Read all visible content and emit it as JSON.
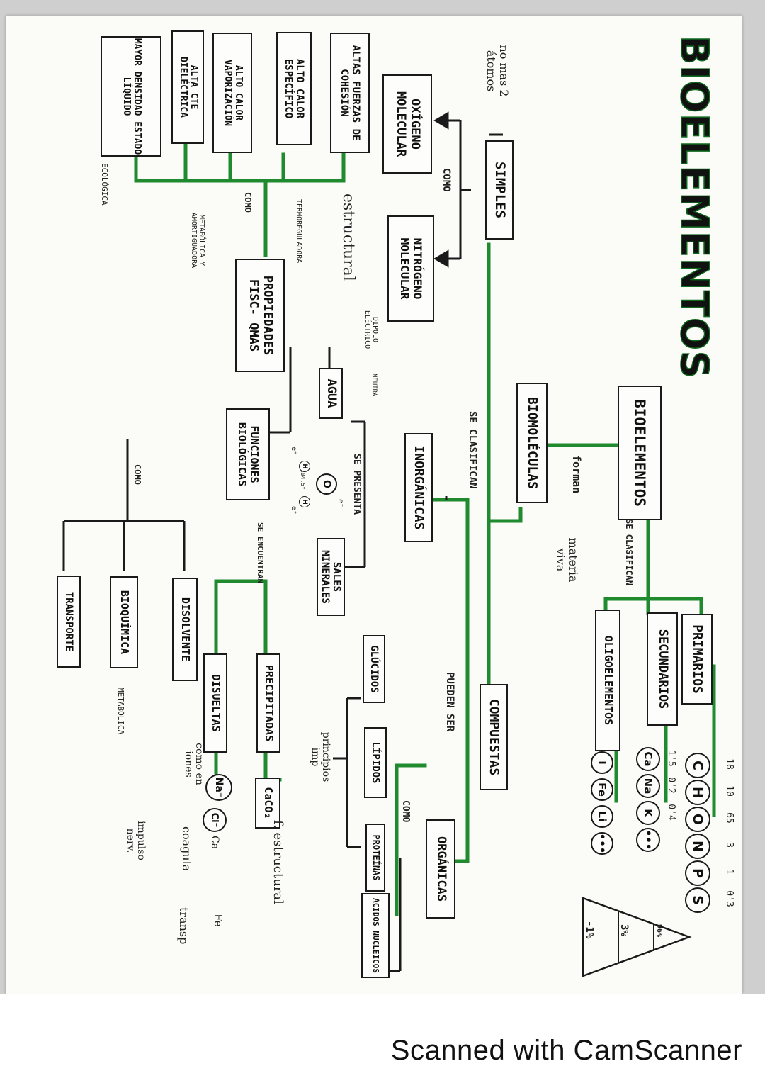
{
  "title": "BIOELEMENTOS",
  "footer": "Scanned with CamScanner",
  "colors": {
    "connector": "#1f8a2e",
    "ink": "#111111"
  },
  "bioelementos": {
    "label": "BIOELEMENTOS",
    "forman": "forman",
    "materia_viva": "materia viva",
    "se_clasifican": "SE CLASIFICAN",
    "groups": {
      "primarios": {
        "label": "PRIMARIOS",
        "elements": [
          "C",
          "H",
          "O",
          "N",
          "P",
          "S"
        ],
        "percents": [
          "18",
          "10",
          "65",
          "3",
          "1",
          "0'3"
        ]
      },
      "secundarios": {
        "label": "SECUNDARIOS",
        "elements": [
          "Ca",
          "Na",
          "K",
          "•••"
        ],
        "percents": [
          "1'5",
          "0'2",
          "0'4"
        ]
      },
      "oligoelementos": {
        "label": "OLIGOELEMENTOS",
        "elements": [
          "I",
          "Fe",
          "Li",
          "•••"
        ]
      }
    },
    "pyramid": [
      "96%",
      "3%",
      "-1%"
    ]
  },
  "biomoleculas": {
    "label": "BIOMOLÉCULAS",
    "se_clasifican": "SE CLASIFICAN",
    "simples": {
      "label": "SIMPLES",
      "como": "COMO",
      "note": "no mas 2 átomos",
      "oxigeno": "OXÍGENO MOLECULAR",
      "nitrogeno": "NITRÓGENO MOLECULAR"
    },
    "compuestas": {
      "label": "COMPUESTAS",
      "pueden_ser": "PUEDEN SER",
      "organicas": {
        "label": "ORGÁNICAS",
        "como": "COMO",
        "glucidos": "GLÚCIDOS",
        "lipidos": "LÍPIDOS",
        "proteinas": "PROTEÍNAS",
        "acidos": "ÁCIDOS NUCLEICOS",
        "principios": "principios imp"
      },
      "inorganicas": {
        "label": "INORGÁNICAS",
        "se_presenta": "SE PRESENTA",
        "agua": {
          "label": "AGUA",
          "dipolo": "DIPOLO ELÉCTRICO",
          "neutra": "NEUTRA",
          "molecule": {
            "o": "O",
            "h": "H",
            "angle": "104,5°",
            "e_minus": "e⁻",
            "e_plus": "e⁺"
          },
          "propiedades": "PROPIEDADES FISC- QMAS",
          "como": "COMO",
          "props": [
            "ALTAS FUERZAS DE COHESIÓN",
            "ALTO CALOR ESPECÍFICO",
            "ALTO CALOR VAPORIZACIÓN",
            "ALTA CTE DIELÉCTRICA",
            "MAYOR DENSIDAD ESTADO LÍQUIDO"
          ],
          "roles": {
            "estructural": "estructural",
            "termo": "TERMOREGULADORA",
            "metabolica": "METABÓLICA Y AMORTIGUADORA",
            "ecologica": "ECOLÓGICA"
          },
          "funciones": "FUNCIONES BIOLÓGICAS",
          "funcs": [
            "DISOLVENTE",
            "BIOQUÍMICA",
            "TRANSPORTE"
          ],
          "metabolica2": "METABÓLICA"
        },
        "sales": {
          "label": "SALES MINERALES",
          "se_encuentran": "SE ENCUENTRAN",
          "precipitadas": "PRECIPITADAS",
          "caco": "CaCO₂",
          "f_estructural": "f. estructural",
          "disueltas": "DISUELTAS",
          "como_iones": "como en iones",
          "ions": [
            "Na⁺",
            "Cl⁻"
          ],
          "notes": {
            "ca": "Ca",
            "coagula": "coagula",
            "fe": "Fe",
            "transp": "transp",
            "impulso": "impulso nerv."
          }
        }
      }
    }
  }
}
